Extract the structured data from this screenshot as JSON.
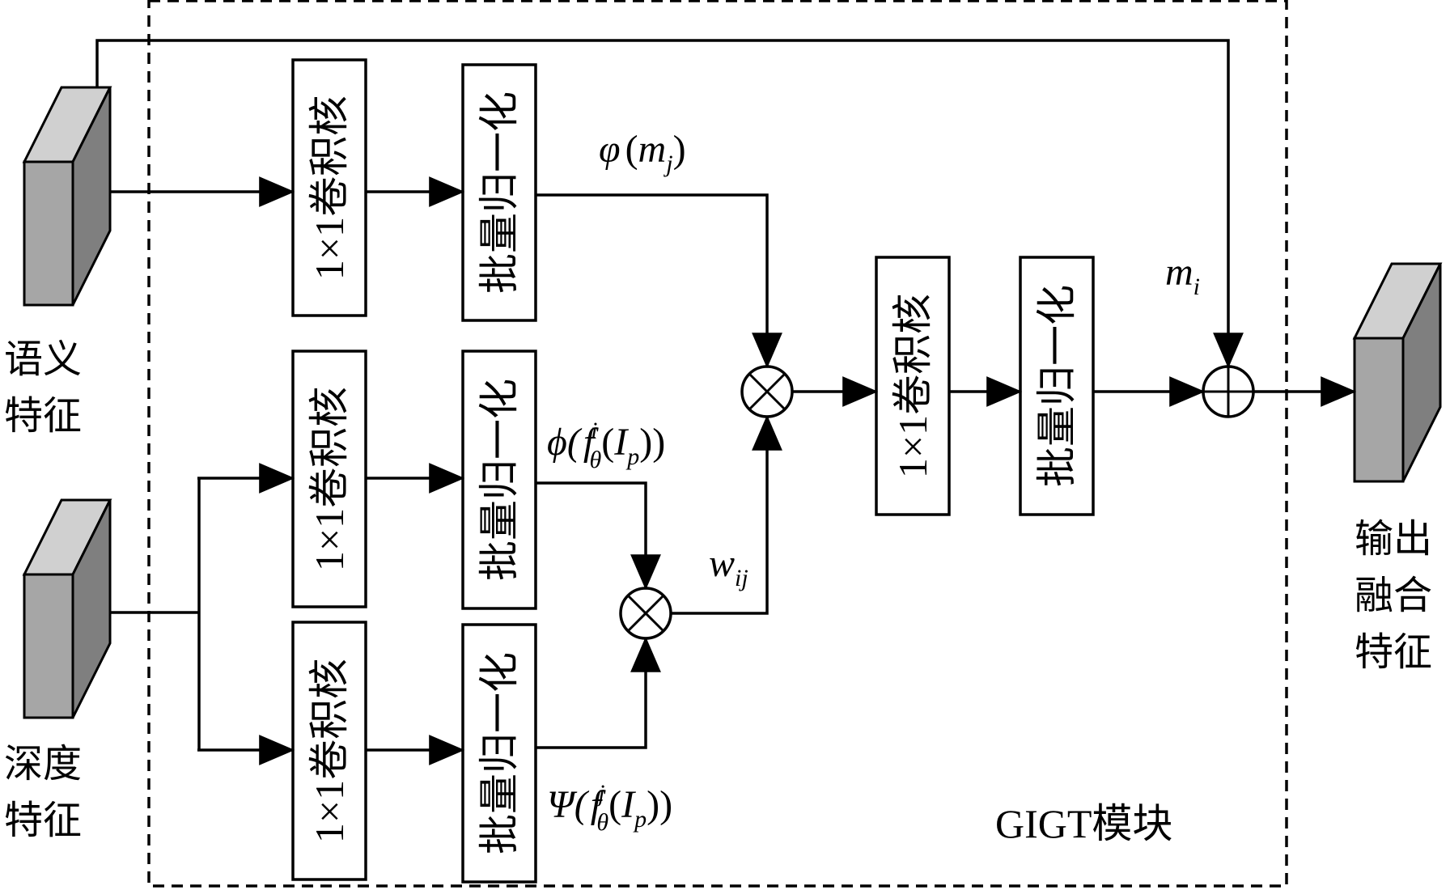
{
  "module_label": "GIGT模块",
  "inputs": {
    "semantic": [
      "语义",
      "特征"
    ],
    "depth": [
      "深度",
      "特征"
    ]
  },
  "output": [
    "输出",
    "融合",
    "特征"
  ],
  "blocks": {
    "conv_label": "1×1卷积核",
    "bn_label": "批量归一化"
  },
  "formulas": {
    "phi_m": {
      "fn": "φ",
      "open": "(",
      "var": "m",
      "sub": "j",
      "close": ")"
    },
    "phi_f": {
      "fn": "ϕ(",
      "f": "f",
      "sup": "i",
      "sub": "θ",
      "arg_open": "(",
      "arg": "I",
      "arg_sub": "p",
      "close": "))"
    },
    "psi_f": {
      "fn": "Ψ(",
      "f": "f",
      "sup": "j",
      "sub": "θ",
      "arg_open": "(",
      "arg": "I",
      "arg_sub": "p",
      "close": "))"
    },
    "w_ij": {
      "var": "w",
      "sub": "ij"
    },
    "m_i": {
      "var": "m",
      "sub": "i"
    }
  },
  "operators": {
    "multiply": "⊗",
    "add": "⊕"
  },
  "colors": {
    "feature_face": "#a6a6a6",
    "feature_side": "#7f7f7f",
    "stroke": "#000000"
  }
}
